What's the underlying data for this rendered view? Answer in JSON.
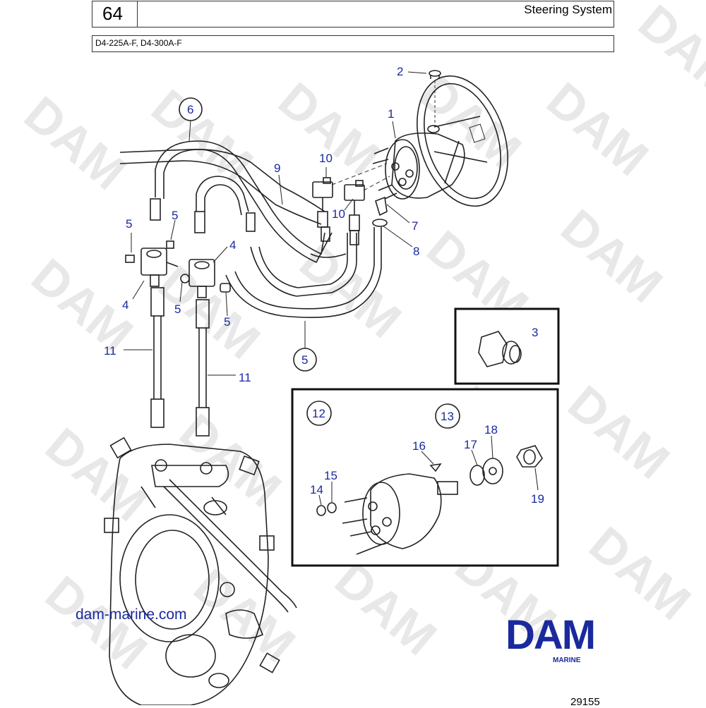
{
  "header": {
    "page_number": "64",
    "title": "Steering System",
    "models": "D4-225A-F, D4-300A-F"
  },
  "watermark": "DAM",
  "callouts": {
    "c1": "1",
    "c2": "2",
    "c3": "3",
    "c4a": "4",
    "c4b": "4",
    "c5a": "5",
    "c5b": "5",
    "c5c": "5",
    "c5d": "5",
    "c5e": "5",
    "c6": "6",
    "c7": "7",
    "c8": "8",
    "c9": "9",
    "c10a": "10",
    "c10b": "10",
    "c11a": "11",
    "c11b": "11",
    "c12": "12",
    "c13": "13",
    "c14": "14",
    "c15": "15",
    "c16": "16",
    "c17": "17",
    "c18": "18",
    "c19": "19"
  },
  "footer": {
    "url": "dam-marine.com",
    "logo": "DAM",
    "logo_sub": "MARINE",
    "figure_number": "29155"
  },
  "colors": {
    "brand_blue": "#1a2a9c",
    "watermark_gray": "#e8e8e8",
    "line": "#222222"
  }
}
